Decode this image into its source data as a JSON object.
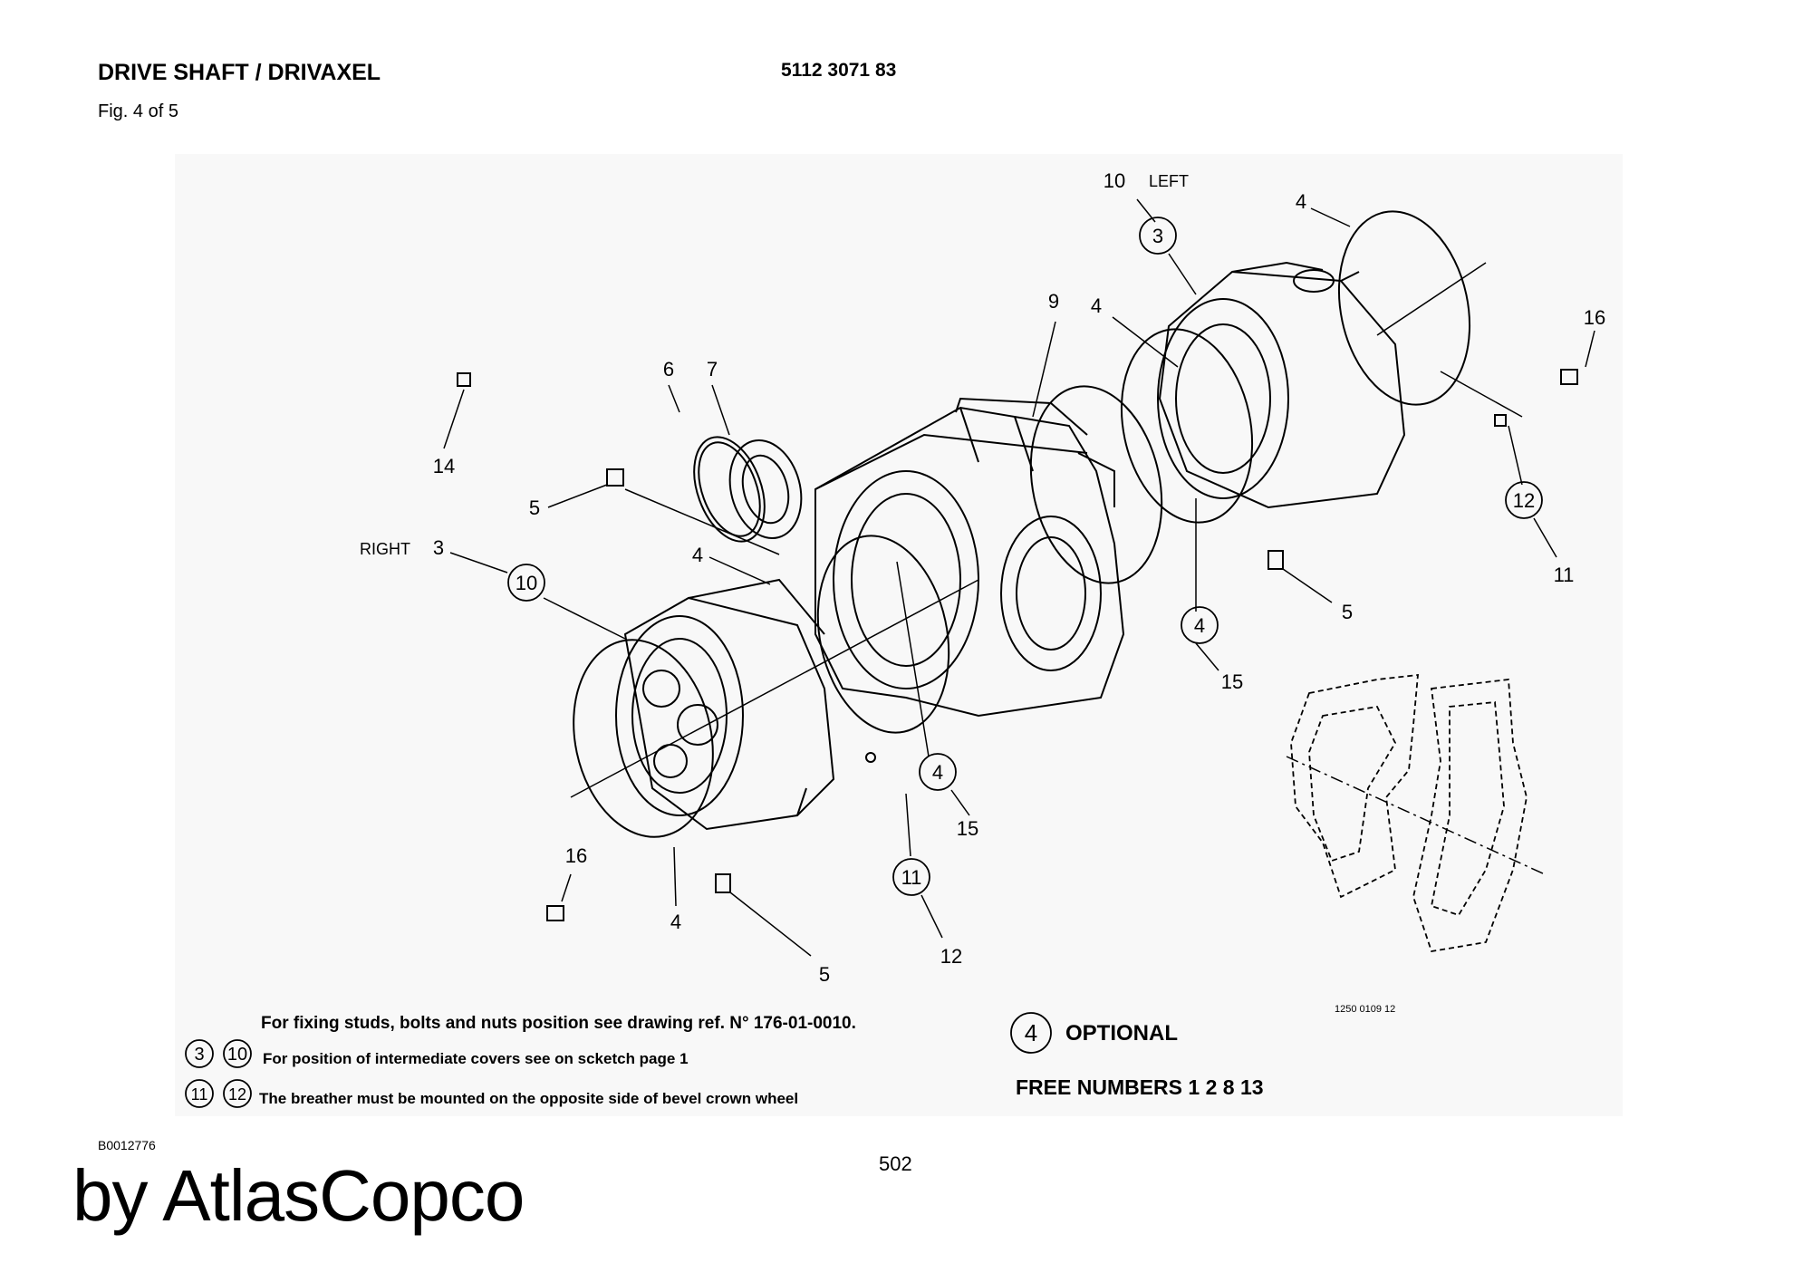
{
  "header": {
    "title": "DRIVE SHAFT / DRIVAXEL",
    "part_number": "5112 3071 83",
    "figure": "Fig. 4 of 5"
  },
  "footer": {
    "doc_id": "B0012776",
    "page_number": "502",
    "brand": "by AtlasCopco"
  },
  "drawing": {
    "drawing_ref": "1250 0109 12",
    "callouts": {
      "n14": "14",
      "n6": "6",
      "n7": "7",
      "n5a": "5",
      "right": "RIGHT",
      "n3r": "3",
      "c10r": "10",
      "n4a": "4",
      "n9": "9",
      "n4b": "4",
      "n10l": "10",
      "left": "LEFT",
      "c3l": "3",
      "n4c": "4",
      "n16a": "16",
      "c12a": "12",
      "n11a": "11",
      "n5b": "5",
      "c4a": "4",
      "n15a": "15",
      "c4b": "4",
      "n15b": "15",
      "c11b": "11",
      "n12b": "12",
      "n5c": "5",
      "n16b": "16",
      "n4d": "4"
    },
    "notes": {
      "note1": "For  fixing studs, bolts and nuts position see drawing ref. N° 176-01-0010.",
      "note2_c1": "3",
      "note2_c2": "10",
      "note2": "For position of intermediate covers see on scketch page 1",
      "note3_c1": "11",
      "note3_c2": "12",
      "note3": "The breather must be mounted on the opposite side of bevel crown wheel",
      "optional_num": "4",
      "optional": "OPTIONAL",
      "free_numbers": "FREE NUMBERS  1  2  8  13"
    }
  }
}
